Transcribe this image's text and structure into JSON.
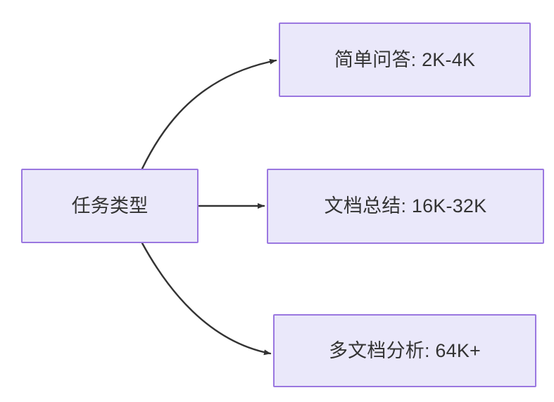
{
  "diagram": {
    "type": "flowchart",
    "direction": "left-to-right",
    "theme": {
      "node_fill": "#eae8fa",
      "node_border": "#9a77e0",
      "node_text": "#333333",
      "edge_color": "#333333",
      "background": "#ffffff"
    },
    "nodes": [
      {
        "id": "source",
        "label": "任务类型"
      },
      {
        "id": "simple_qa",
        "label": "简单问答: 2K-4K"
      },
      {
        "id": "doc_summary",
        "label": "文档总结: 16K-32K"
      },
      {
        "id": "multi_doc",
        "label": "多文档分析: 64K+"
      }
    ],
    "edges": [
      {
        "from": "source",
        "to": "simple_qa",
        "style": "curved",
        "arrowhead": "filled-triangle",
        "label": ""
      },
      {
        "from": "source",
        "to": "doc_summary",
        "style": "straight",
        "arrowhead": "filled-triangle",
        "label": ""
      },
      {
        "from": "source",
        "to": "multi_doc",
        "style": "curved",
        "arrowhead": "filled-triangle",
        "label": ""
      }
    ]
  }
}
